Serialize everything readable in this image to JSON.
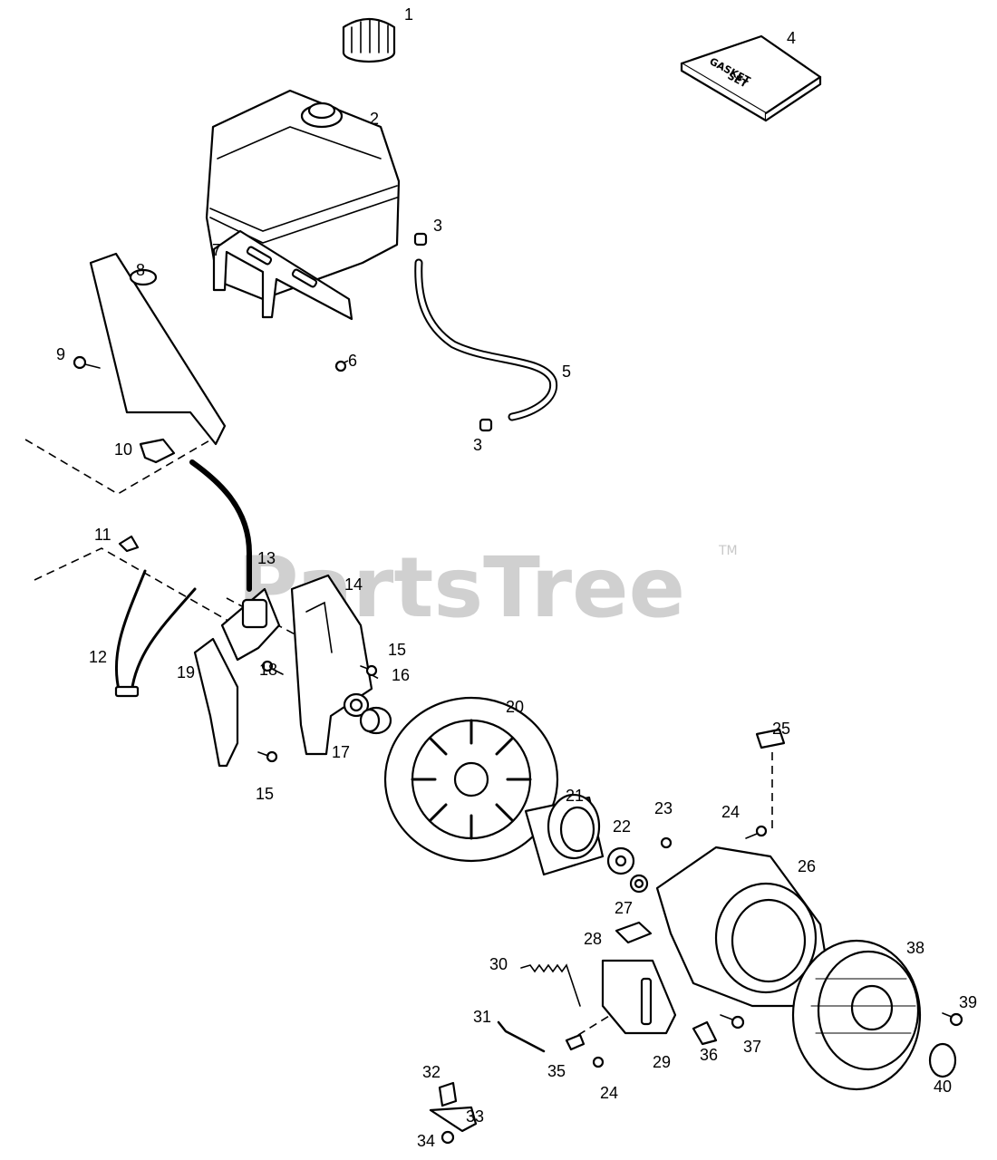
{
  "watermark": {
    "text": "PartsTree",
    "trademark": "TM"
  },
  "gasket_box_text": [
    "GASKET",
    "SET"
  ],
  "callouts": [
    "1",
    "2",
    "3",
    "3",
    "4",
    "5",
    "6",
    "7",
    "8",
    "9",
    "10",
    "11",
    "12",
    "13",
    "14",
    "15",
    "15",
    "16",
    "17",
    "18",
    "19",
    "20",
    "21",
    "22",
    "23",
    "24",
    "24",
    "25",
    "26",
    "27",
    "28",
    "29",
    "30",
    "31",
    "32",
    "33",
    "34",
    "35",
    "36",
    "37",
    "38",
    "39",
    "40"
  ]
}
